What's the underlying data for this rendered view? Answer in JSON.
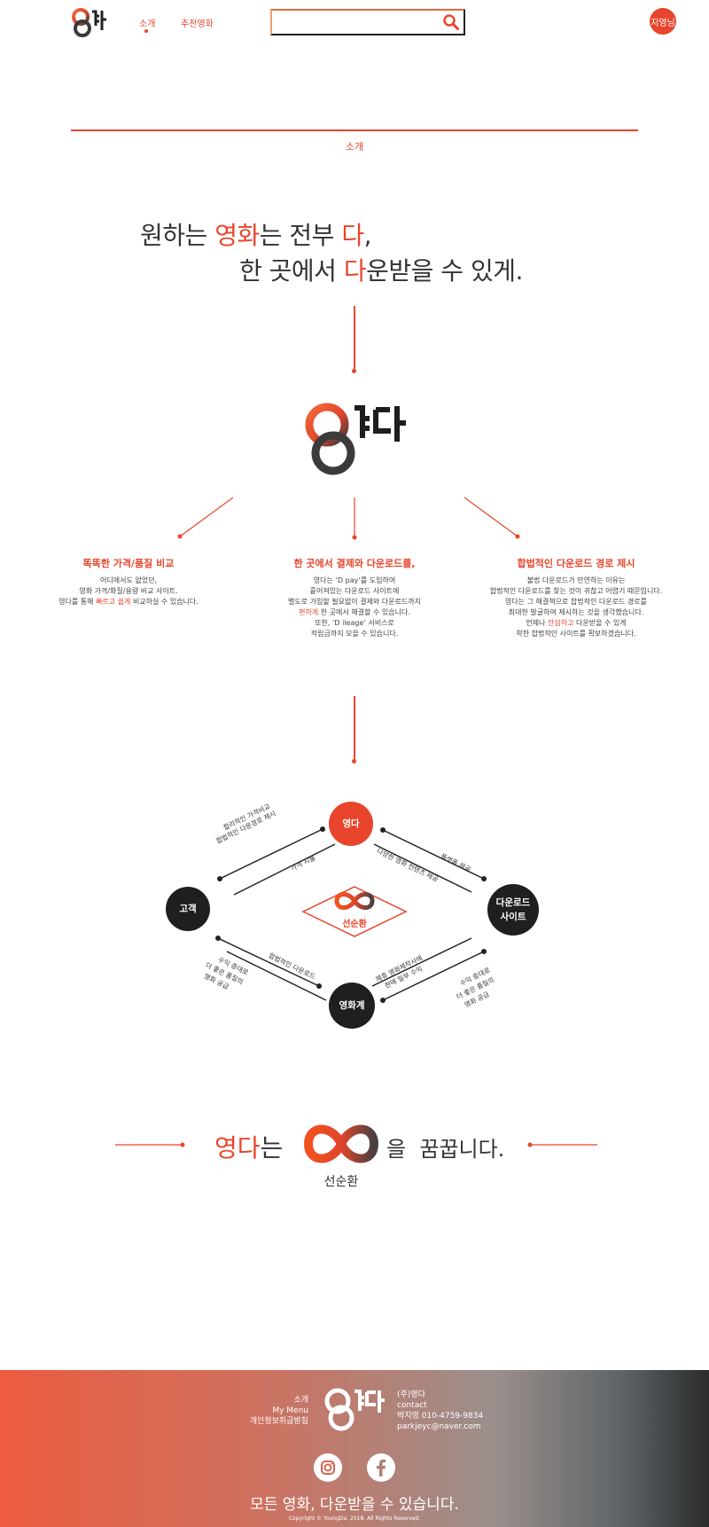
{
  "header": {
    "logo": "영다",
    "nav": [
      {
        "label": "소개"
      },
      {
        "label": "추천영화"
      }
    ],
    "search_placeholder": "",
    "user_label": "지영님"
  },
  "intro": {
    "section_label": "소개",
    "headline_line1": [
      "원하는 ",
      "영화",
      "는 전부 ",
      "다",
      ","
    ],
    "headline_line2": [
      "한 곳에서 ",
      "다",
      "운받을 수 있게."
    ]
  },
  "features": [
    {
      "title": "똑똑한 가격/품질 비교",
      "lines": [
        "어디에서도 없었던,",
        "영화 가격/화질/용량 비교 사이트.",
        "영다를 통해 |빠르고 쉽게| 비교하실 수 있습니다."
      ]
    },
    {
      "title": "한 곳에서 결제와 다운로드를,",
      "lines": [
        "영다는 ‘D pay’를 도입하여",
        "흩어져있는 다운로드 사이트에",
        "별도로 가입할 필요없이 결제와 다운로드까지",
        "|편하게| 한 곳에서 해결할 수 있습니다.",
        "또한, ‘D ileage’ 서비스로",
        "적립금까지 모을 수 있습니다."
      ]
    },
    {
      "title": "합법적인 다운로드 경로 제시",
      "lines": [
        "불법 다운로드가 만연하는 이유는",
        "합법적인 다운로드를 찾는 것이 귀찮고 어렵기 때문입니다.",
        "영다는 그 해결책으로 합법적인 다운로드 경로를",
        "최대한 발굴하여 제시하는 것을 생각했습니다.",
        "언제나 |안심하고| 다운받을 수 있게",
        "착한 합법적인 사이트를 확보하겠습니다."
      ]
    }
  ],
  "cycle": {
    "nodes": {
      "top": "영다",
      "left": "고객",
      "right": "다운로드\n사이트",
      "bottom": "영화계",
      "center": "선순환"
    },
    "edges": {
      "top_left_outer": [
        "합리적인 가격비교",
        "합법적인 다운경로 제시"
      ],
      "top_left_inner": "가격 지불",
      "top_right_outer": "플랫폼 제공",
      "top_right_inner": "다양한 영화 컨텐츠 제공",
      "bottom_left_inner": "합법적인 다운로드",
      "bottom_left_outer": [
        "수익 증대로",
        "더 좋은 품질의",
        "영화 공급"
      ],
      "bottom_right_inner": [
        "제휴 영화제작사에",
        "판매 일부 수익"
      ],
      "bottom_right_outer": [
        "수익 증대로",
        "더 좋은 품질의",
        "영화 공급"
      ]
    }
  },
  "slogan": {
    "part1_red": "영다",
    "part1": "는",
    "symbol_label": "선순환",
    "part2": "을  꿈꿉니다."
  },
  "footer": {
    "links": [
      "소개",
      "My Menu",
      "개인정보취급방침"
    ],
    "company": [
      "(주)영다",
      "contact",
      "박지영 010-4759-9834",
      "parkjeyc@naver.com"
    ],
    "tagline": "모든 영화, 다운받을 수 있습니다.",
    "copyright": "Copyright ©  YoungDa. 2018. All Rights Reserved."
  },
  "colors": {
    "accent": "#e8452c",
    "dark": "#222222"
  },
  "icons": [
    "search-icon",
    "instagram-icon",
    "facebook-icon",
    "infinity-icon"
  ]
}
